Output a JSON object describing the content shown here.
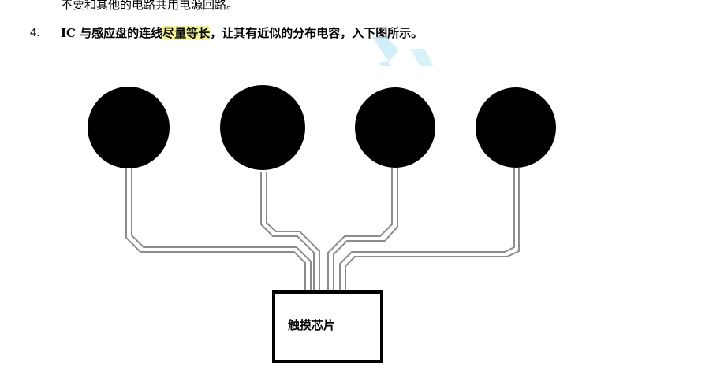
{
  "document": {
    "prev_line": "不要和其他的电路共用电源回路。",
    "item": {
      "number": "4.",
      "text_before": "IC 与感应盘的连线",
      "text_highlight": "尽量等长",
      "text_after": "，让其有近似的分布电容，入下图所示。"
    }
  },
  "figure": {
    "chip_label": "触摸芯片",
    "pad_count": 4,
    "pad_color": "#000000",
    "trace_color": "#8c8c8c",
    "watermark_color": "#c8ecf7"
  }
}
